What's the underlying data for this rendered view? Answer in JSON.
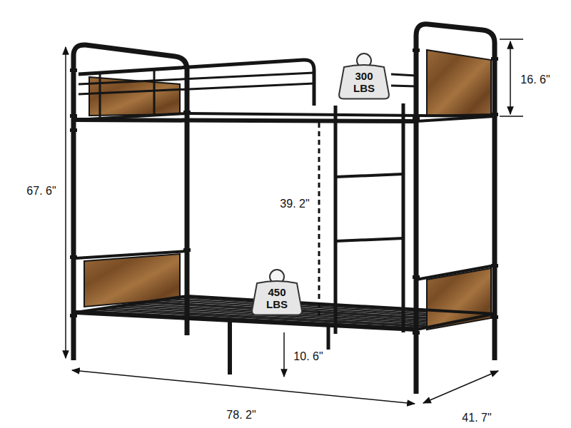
{
  "diagram": {
    "nodes": [
      {
        "text": [
          "300 LBS"
        ]
      },
      {
        "text": [
          "450 LBS"
        ]
      }
    ],
    "labels": [
      "67. 6\"",
      "16. 6\"",
      "39. 2\"",
      "10. 6\"",
      "78. 2\"",
      "41. 7\""
    ]
  }
}
